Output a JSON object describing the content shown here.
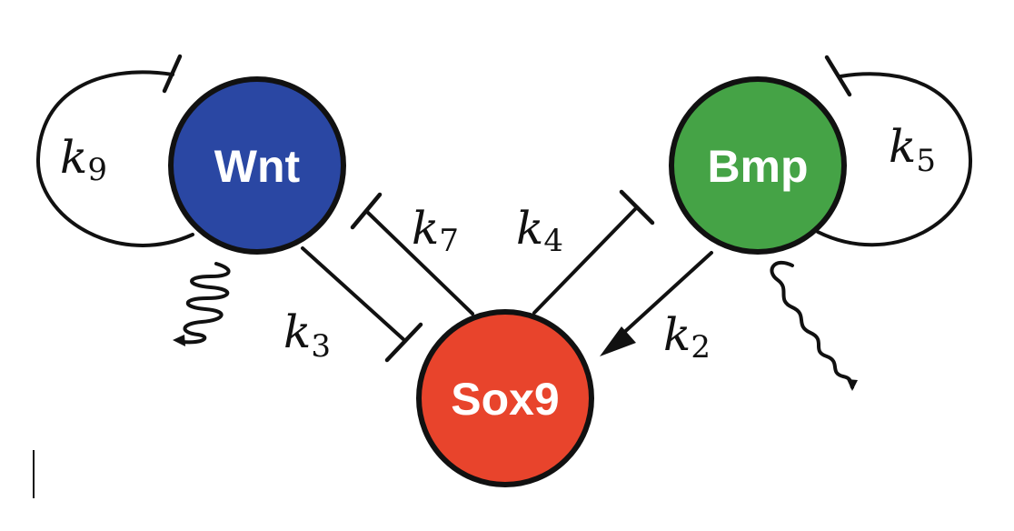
{
  "nodes": {
    "wnt": {
      "label": "Wnt",
      "color": "#2a47a3"
    },
    "bmp": {
      "label": "Bmp",
      "color": "#45a346"
    },
    "sox9": {
      "label": "Sox9",
      "color": "#e8442c"
    }
  },
  "rates": {
    "k9": {
      "base": "k",
      "sub": "9"
    },
    "k5": {
      "base": "k",
      "sub": "5"
    },
    "k7": {
      "base": "k",
      "sub": "7"
    },
    "k4": {
      "base": "k",
      "sub": "4"
    },
    "k3": {
      "base": "k",
      "sub": "3"
    },
    "k2": {
      "base": "k",
      "sub": "2"
    }
  },
  "colors": {
    "stroke": "#111111",
    "background": "#ffffff"
  }
}
